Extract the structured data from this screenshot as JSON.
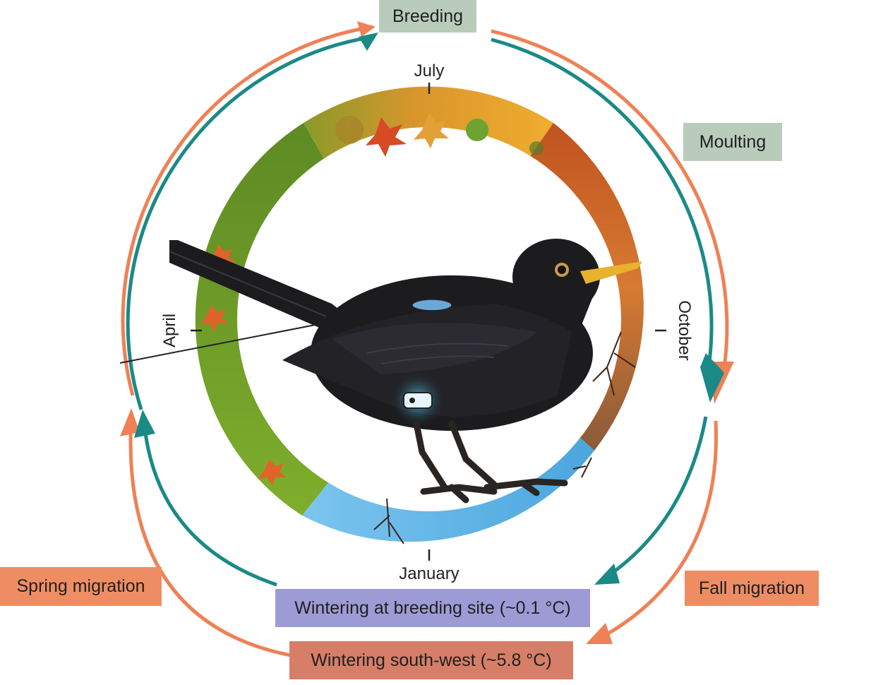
{
  "labels": {
    "breeding": "Breeding",
    "moulting": "Moulting",
    "spring_migration": "Spring migration",
    "fall_migration": "Fall migration",
    "wintering_breeding_site": "Wintering at breeding site (~0.1 °C)",
    "wintering_south_west": "Wintering south-west (~5.8 °C)"
  },
  "months": {
    "july": "July",
    "october": "October",
    "january": "January",
    "april": "April"
  },
  "colors": {
    "teal_arrow": "#1a8a86",
    "orange_arrow": "#ee8156",
    "breeding_box": "#b9ccbb",
    "moulting_box": "#b9ccbb",
    "spring_box": "#ee8d64",
    "fall_box": "#ee8d64",
    "wintering_breeding_box": "#9d9bd6",
    "wintering_southwest_box": "#d67e68",
    "season_summer": "#e9a42b",
    "season_autumn": "#c8642a",
    "season_winter": "#5fb3e2",
    "season_spring": "#6f9a2c",
    "bird": "#1c1c1f"
  }
}
